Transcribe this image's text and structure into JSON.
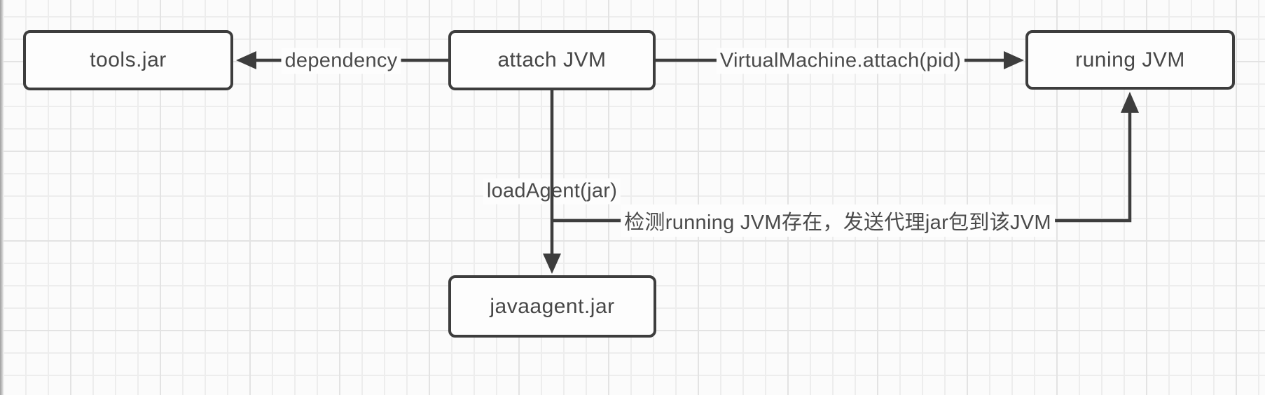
{
  "diagram": {
    "type": "flowchart",
    "topic": "JVM attach / javaagent loading",
    "nodes": [
      {
        "id": "tools_jar",
        "label": "tools.jar"
      },
      {
        "id": "attach_jvm",
        "label": "attach JVM"
      },
      {
        "id": "runing_jvm",
        "label": "runing JVM"
      },
      {
        "id": "javaagent_jar",
        "label": "javaagent.jar"
      }
    ],
    "edges": [
      {
        "from": "attach_jvm",
        "to": "tools_jar",
        "label": "dependency"
      },
      {
        "from": "attach_jvm",
        "to": "runing_jvm",
        "label": "VirtualMachine.attach(pid)"
      },
      {
        "from": "attach_jvm",
        "to": "javaagent_jar",
        "label": "loadAgent(jar)"
      },
      {
        "from": "attach_jvm",
        "to": "runing_jvm",
        "label": "检测running JVM存在，发送代理jar包到该JVM"
      }
    ],
    "colors": {
      "stroke": "#3d3d3d",
      "text": "#474747",
      "node_fill": "#fdfdfd",
      "canvas": "#fbfbfb",
      "grid_minor": "#ededed",
      "grid_major": "#e3e3e3"
    }
  }
}
